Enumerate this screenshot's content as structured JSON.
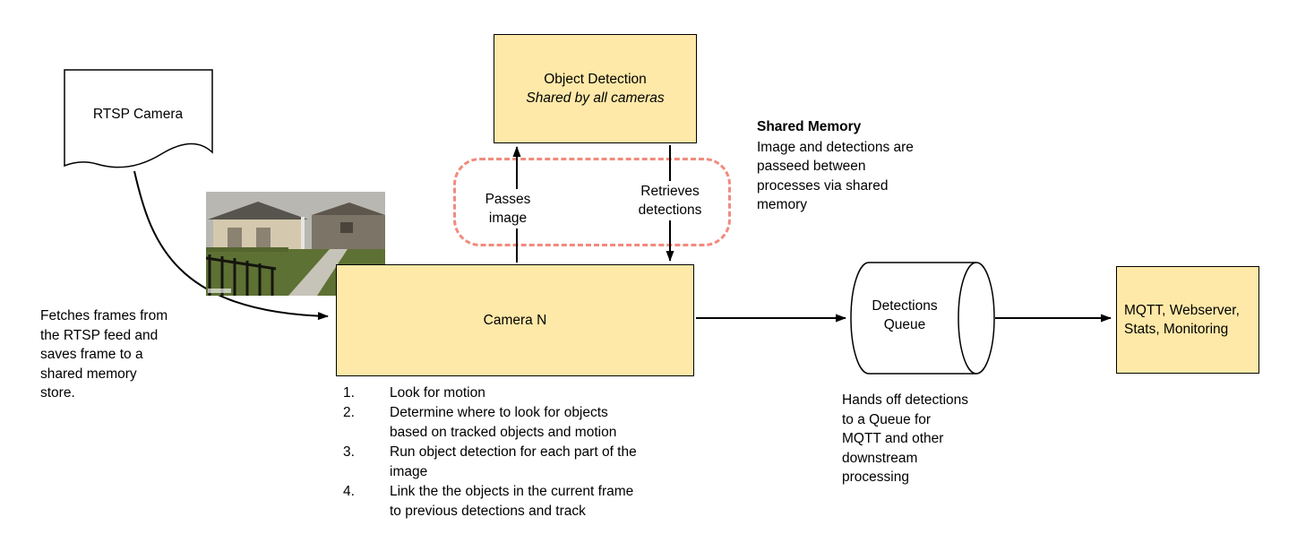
{
  "diagram_title": "Camera processing pipeline diagram",
  "colors": {
    "node_fill": "#ffe9a8",
    "node_border": "#000000",
    "shared_memory_dashed_border": "#f08b7e",
    "arrow": "#000000"
  },
  "nodes": {
    "rtsp_camera": {
      "label": "RTSP Camera"
    },
    "object_detection": {
      "title": "Object Detection",
      "subtitle": "Shared by all cameras"
    },
    "camera_n": {
      "label": "Camera N"
    },
    "detections_queue": {
      "label": "Detections Queue"
    },
    "outputs": {
      "label": "MQTT, Webserver, Stats, Monitoring"
    }
  },
  "edges": {
    "passes_image": "Passes image",
    "retrieves_detections": "Retrieves detections"
  },
  "notes": {
    "shared_memory": {
      "title": "Shared Memory",
      "lines": [
        "Image and detections are",
        "passeed between",
        "processes via shared",
        "memory"
      ]
    },
    "fetch": {
      "lines": [
        "Fetches frames from",
        "the RTSP feed and",
        "saves frame to a",
        "shared memory",
        "store."
      ]
    },
    "queue": {
      "lines": [
        "Hands off detections",
        "to a Queue for",
        "MQTT and other",
        "downstream",
        "processing"
      ]
    }
  },
  "camera_steps": [
    {
      "num": "1.",
      "lines": [
        "Look for motion"
      ]
    },
    {
      "num": "2.",
      "lines": [
        "Determine where to look for objects",
        "based on tracked objects and motion"
      ]
    },
    {
      "num": "3.",
      "lines": [
        "Run object detection for each part of the",
        "image"
      ]
    },
    {
      "num": "4.",
      "lines": [
        "Link the the objects in the current frame",
        "to previous detections and track"
      ]
    }
  ]
}
